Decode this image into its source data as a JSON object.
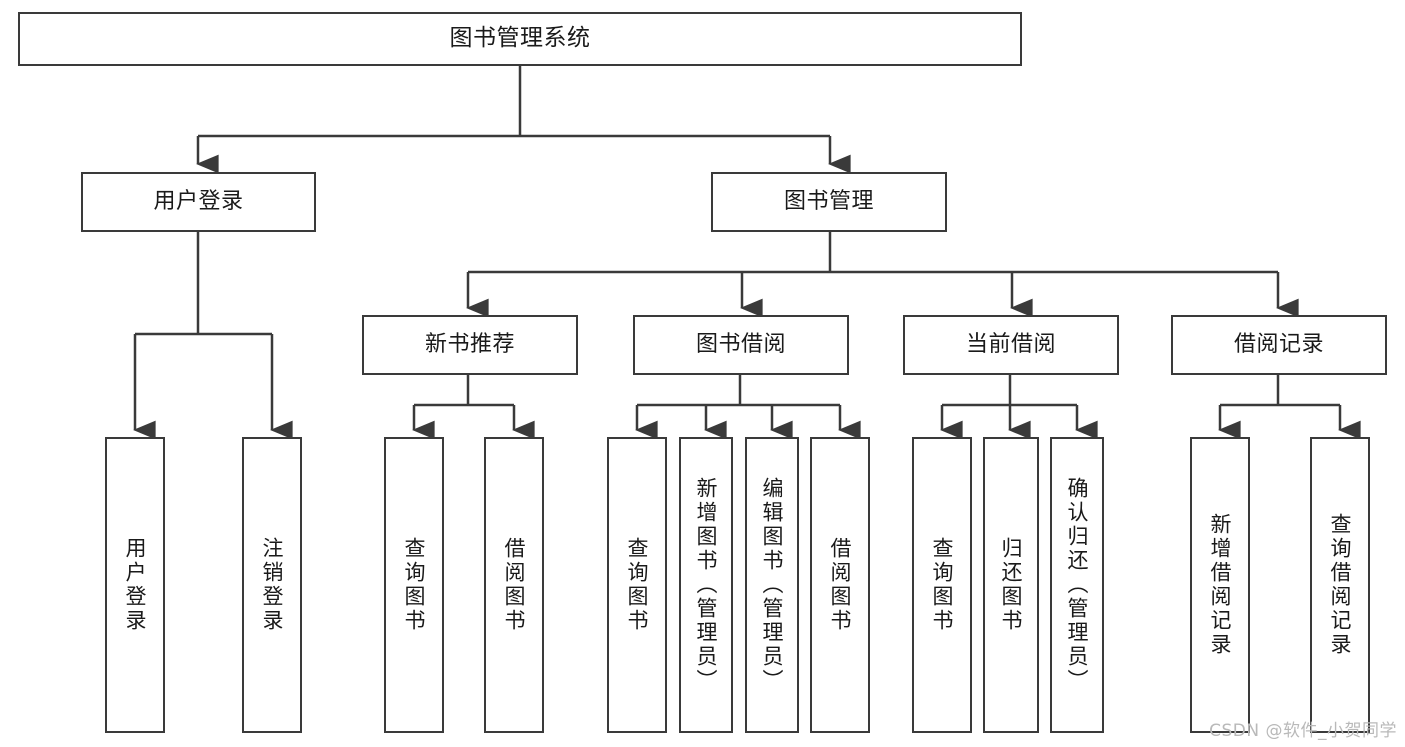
{
  "diagram": {
    "title": "图书管理系统",
    "type": "tree-hierarchy",
    "root": {
      "label": "图书管理系统"
    },
    "level2": [
      {
        "label": "用户登录"
      },
      {
        "label": "图书管理"
      }
    ],
    "level3": [
      {
        "label": "新书推荐"
      },
      {
        "label": "图书借阅"
      },
      {
        "label": "当前借阅"
      },
      {
        "label": "借阅记录"
      }
    ],
    "leaves": {
      "user_login": [
        {
          "label": "用户登录"
        },
        {
          "label": "注销登录"
        }
      ],
      "new_book_recommend": [
        {
          "label": "查询图书"
        },
        {
          "label": "借阅图书"
        }
      ],
      "book_borrow": [
        {
          "label": "查询图书"
        },
        {
          "label": "新增图书（管理员）"
        },
        {
          "label": "编辑图书（管理员）"
        },
        {
          "label": "借阅图书"
        }
      ],
      "current_borrow": [
        {
          "label": "查询图书"
        },
        {
          "label": "归还图书"
        },
        {
          "label": "确认归还（管理员）"
        }
      ],
      "borrow_record": [
        {
          "label": "新增借阅记录"
        },
        {
          "label": "查询借阅记录"
        }
      ]
    }
  },
  "watermark": {
    "text": "CSDN @软件_小贺同学"
  },
  "colors": {
    "border": "#3a3a3a",
    "text": "#1a1a1a",
    "background": "#ffffff",
    "watermark": "#b9b9b9"
  }
}
